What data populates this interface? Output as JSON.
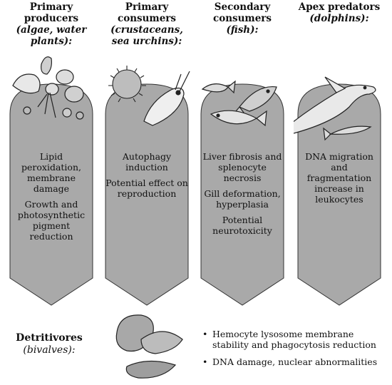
{
  "columns": [
    {
      "title": "Primary producers",
      "subtitle": "(algae, water plants):",
      "icon": "algae-and-diatoms",
      "effects": [
        "Lipid peroxidation, membrane damage",
        "Growth and photosynthetic pigment reduction"
      ]
    },
    {
      "title": "Primary consumers",
      "subtitle": "(crustaceans, sea urchins):",
      "icon": "sea-urchin-and-crustacean",
      "effects": [
        "Autophagy induction",
        "Potential effect on reproduction"
      ]
    },
    {
      "title": "Secondary consumers",
      "subtitle": "(fish):",
      "icon": "fish",
      "effects": [
        "Liver fibrosis and splenocyte necrosis",
        "Gill deformation, hyperplasia",
        "Potential neurotoxicity"
      ]
    },
    {
      "title": "Apex predators",
      "subtitle": "(dolphins):",
      "icon": "dolphins",
      "effects": [
        "DNA migration and fragmentation increase in leukocytes"
      ]
    }
  ],
  "detritivores": {
    "title": "Detritivores",
    "subtitle": "(bivalves):",
    "icon": "bivalves",
    "effects": [
      "Hemocyte lysosome membrane stability and phagocytosis reduction",
      "DNA damage, nuclear abnormalities"
    ]
  },
  "colors": {
    "arrow_fill": "#a9a9a9",
    "ink": "#111111"
  }
}
